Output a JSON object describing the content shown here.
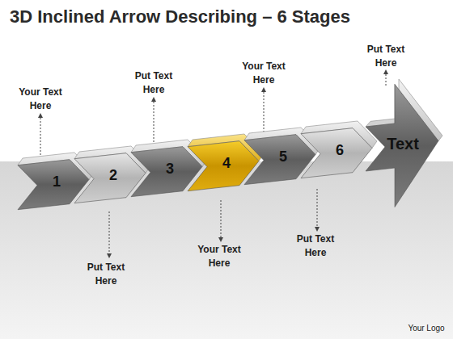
{
  "diagram": {
    "title": "3D Inclined Arrow Describing – 6 Stages",
    "nodes": [
      {
        "text": [
          "1"
        ]
      },
      {
        "text": [
          "2"
        ]
      },
      {
        "text": [
          "3"
        ]
      },
      {
        "text": [
          "4"
        ]
      },
      {
        "text": [
          "5"
        ]
      },
      {
        "text": [
          "6"
        ]
      },
      {
        "text": [
          "Text"
        ]
      }
    ],
    "labels": [
      "Your Text Here",
      "Put Text Here",
      "Your Text Here",
      "Put Text Here",
      "Put Text Here",
      "Your Text Here",
      "Put Text Here",
      "Your Logo"
    ]
  }
}
